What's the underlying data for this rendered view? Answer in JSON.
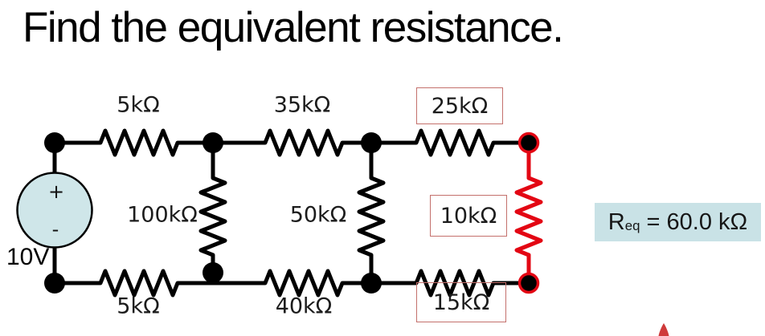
{
  "title": "Find the equivalent resistance.",
  "source": {
    "plus": "+",
    "minus": "-",
    "voltage": "10V"
  },
  "resistors": {
    "top_left": "5kΩ",
    "top_middle": "35kΩ",
    "top_right": "25kΩ",
    "mid_left": "100kΩ",
    "mid_center": "50kΩ",
    "mid_right": "10kΩ",
    "bottom_left": "5kΩ",
    "bottom_middle": "40kΩ",
    "bottom_right": "15kΩ"
  },
  "answer": {
    "symbol": "R",
    "subscript": "eq",
    "value": " = 60.0 kΩ"
  },
  "colors": {
    "wire_black": "#000000",
    "highlight_red": "#e30613",
    "label_box_border": "#c4706c",
    "source_fill": "#cfe6e9",
    "answer_background": "#c9e2e6",
    "cursor_red": "#cf3a3a"
  }
}
